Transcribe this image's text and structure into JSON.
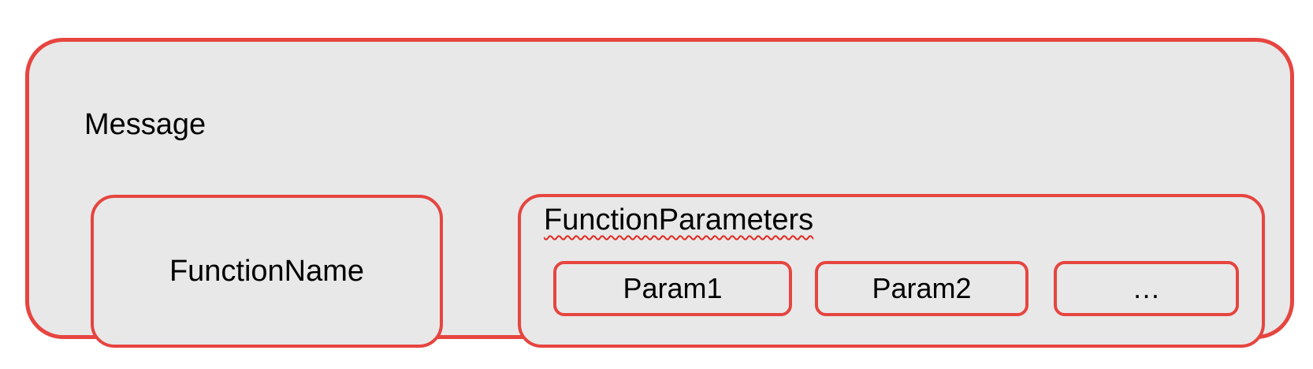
{
  "diagram": {
    "message": {
      "label": "Message"
    },
    "function_name": {
      "label": "FunctionName"
    },
    "function_parameters": {
      "label": "FunctionParameters",
      "params": [
        {
          "label": "Param1"
        },
        {
          "label": "Param2"
        },
        {
          "label": "…"
        }
      ]
    },
    "colors": {
      "border_red": "#e64540",
      "squiggle_red": "#e02a22",
      "shape_fill": "#e8e8e8",
      "page_background": "#ffffff",
      "text": "#000000"
    }
  }
}
